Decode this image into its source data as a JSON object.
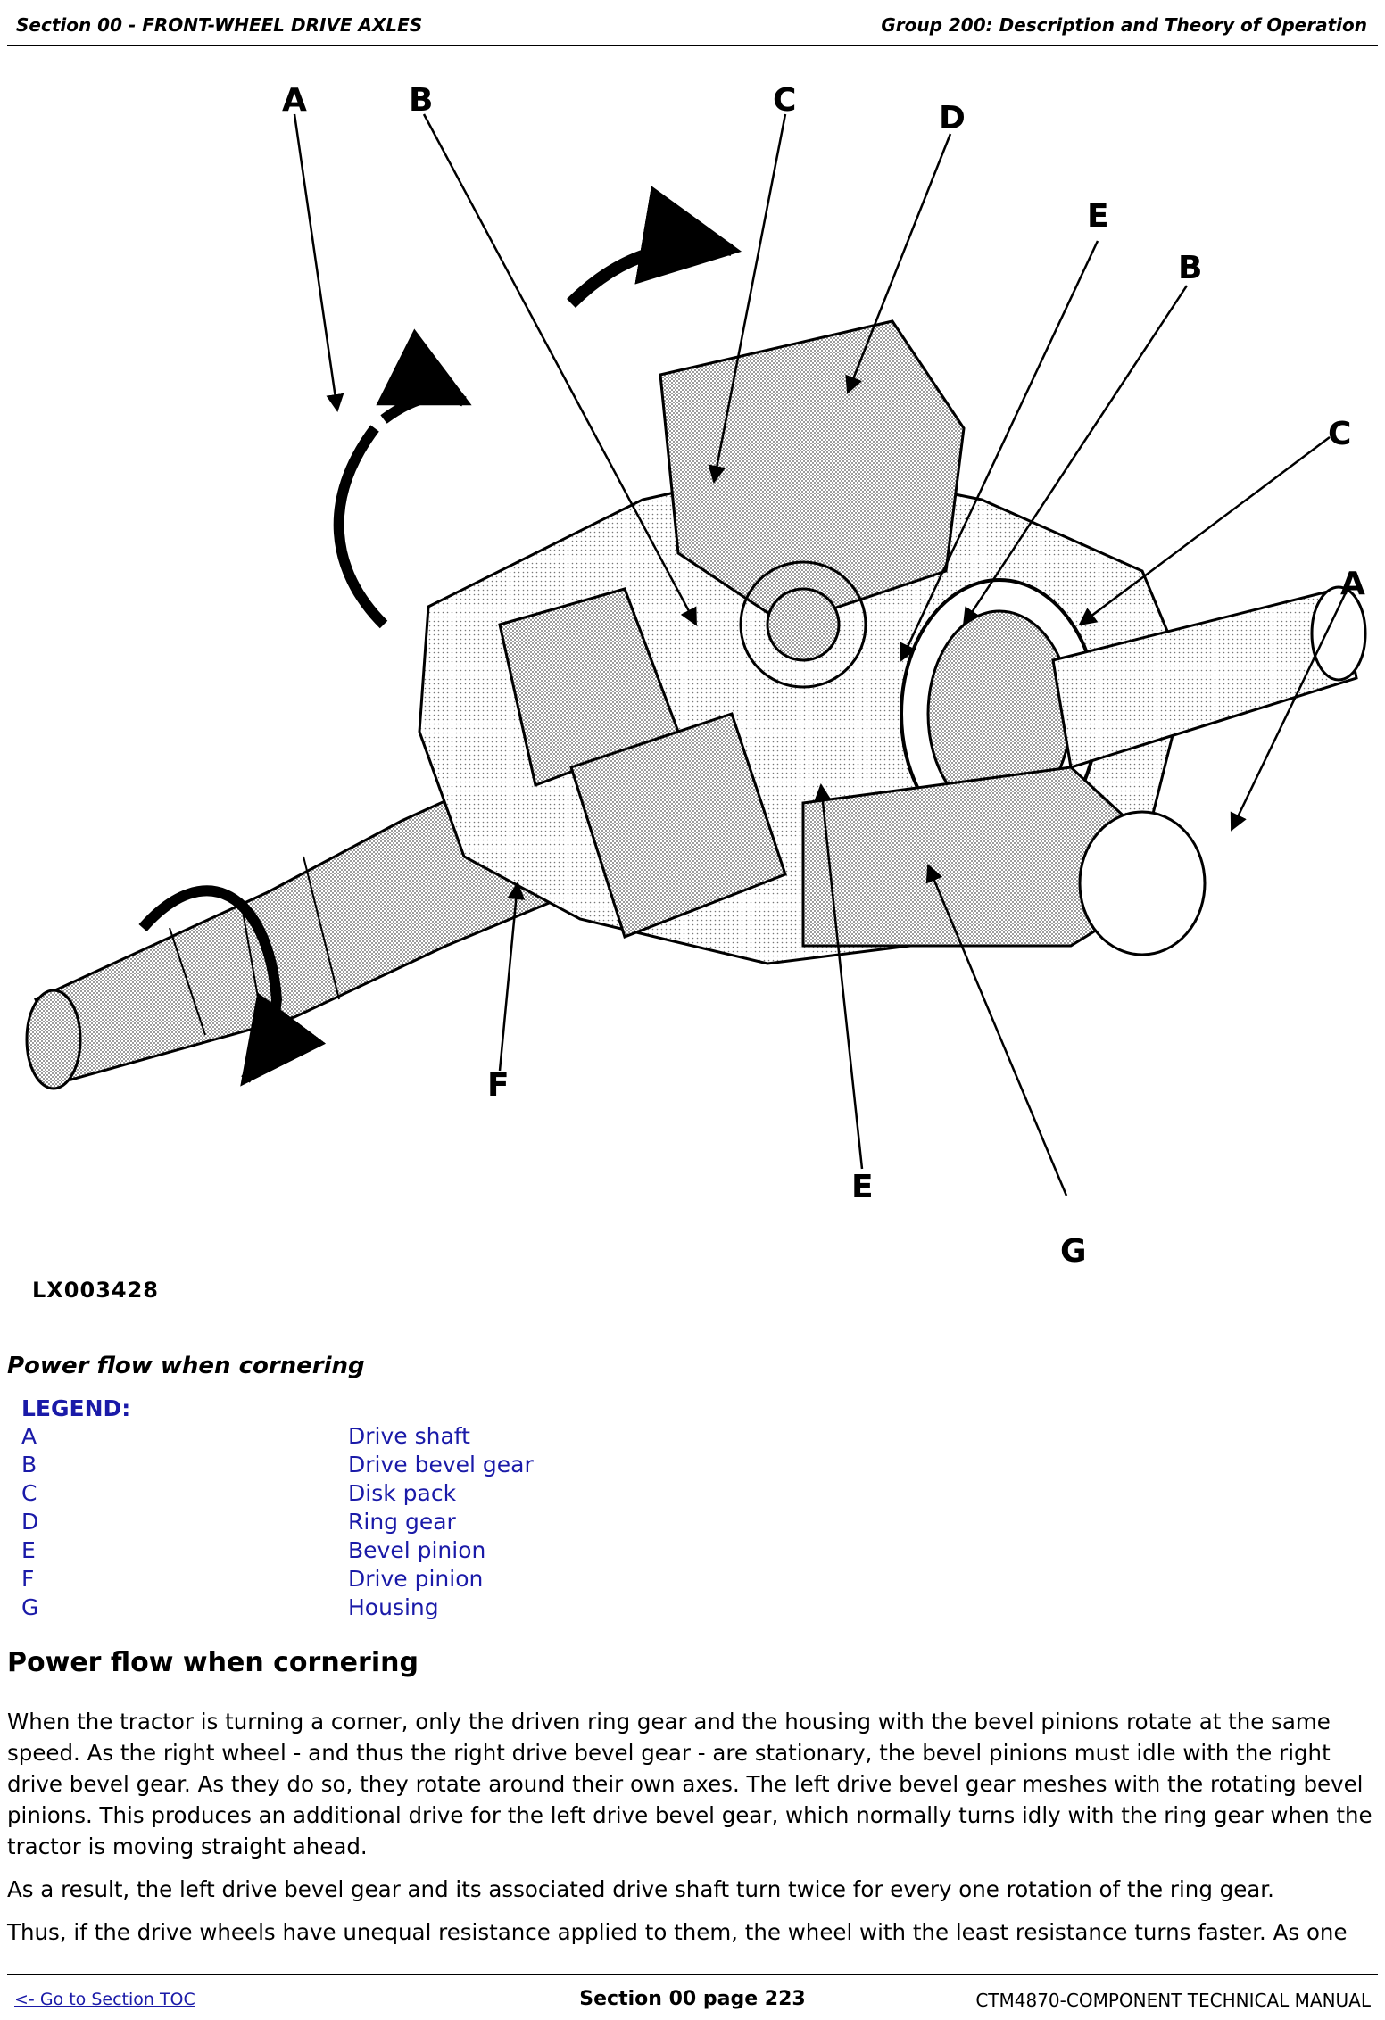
{
  "header": {
    "left": "Section 00 - FRONT-WHEEL DRIVE AXLES",
    "right": "Group 200: Description and Theory of Operation"
  },
  "figure": {
    "id": "LX003428",
    "callouts": [
      "A",
      "B",
      "C",
      "D",
      "E",
      "B",
      "C",
      "A",
      "F",
      "E",
      "G"
    ]
  },
  "caption": "Power flow when cornering",
  "legend": {
    "title": "LEGEND:",
    "items": [
      {
        "key": "A",
        "label": "Drive shaft"
      },
      {
        "key": "B",
        "label": "Drive bevel gear"
      },
      {
        "key": "C",
        "label": "Disk pack"
      },
      {
        "key": "D",
        "label": "Ring gear"
      },
      {
        "key": "E",
        "label": "Bevel pinion"
      },
      {
        "key": "F",
        "label": "Drive pinion"
      },
      {
        "key": "G",
        "label": "Housing"
      }
    ]
  },
  "section_title": "Power flow when cornering",
  "paragraphs": [
    "When the tractor is turning a corner, only the driven ring gear and the housing with the bevel pinions rotate at the same speed. As the right wheel - and thus the right drive bevel gear - are stationary, the bevel pinions must idle with the right drive bevel gear. As they do so, they rotate around their own axes. The left drive bevel gear meshes with the rotating bevel pinions. This produces an additional drive for the left drive bevel gear, which normally turns idly with the ring gear when the tractor is moving straight ahead.",
    "As a result, the left drive bevel gear and its associated drive shaft turn twice for every one rotation of the ring gear.",
    "Thus, if the drive wheels have unequal resistance applied to them, the wheel with the least resistance turns faster. As one"
  ],
  "footer": {
    "toc_link": "<- Go to Section TOC",
    "page": "Section 00 page 223",
    "manual": "CTM4870-COMPONENT TECHNICAL MANUAL"
  }
}
